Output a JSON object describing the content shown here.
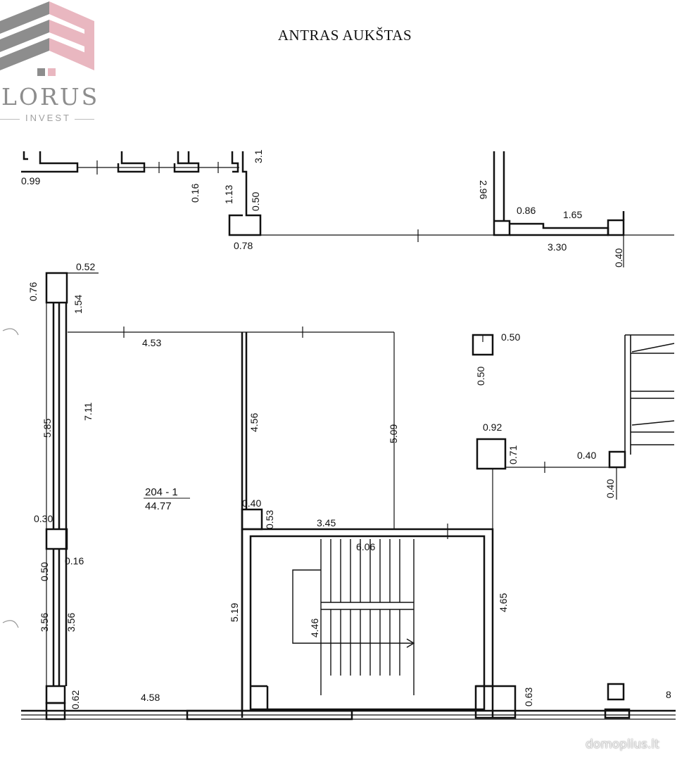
{
  "title": "ANTRAS AUKŠTAS",
  "logo": {
    "word": "LORUS",
    "sub": "INVEST"
  },
  "room": {
    "id": "204 - 1",
    "area": "44.77"
  },
  "watermark": "domoplius.lt",
  "colors": {
    "line": "#111111",
    "logo_gray": "#8d8d8d",
    "logo_pink": "#e9b7c0"
  },
  "dimensions": [
    "0.99",
    "3.1",
    "0.16",
    "1.13",
    "0.50",
    "0.78",
    "2.96",
    "0.86",
    "1.65",
    "3.30",
    "0.40",
    "0.52",
    "0.76",
    "1.54",
    "4.53",
    "0.50",
    "0.50",
    "5.85",
    "7.11",
    "4.56",
    "5.09",
    "0.92",
    "0.71",
    "0.40",
    "0.40",
    "204 - 1",
    "0.40",
    "0.53",
    "3.45",
    "0.30",
    "6.06",
    "0.16",
    "0.50",
    "3.56",
    "3.56",
    "5.19",
    "4.46",
    "4.65",
    "4.58",
    "0.62",
    "0.63",
    "8"
  ]
}
